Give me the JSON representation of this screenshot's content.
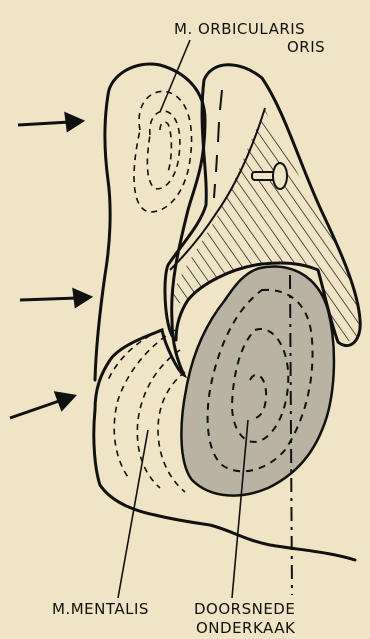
{
  "labels": {
    "orbicularis_line1": "M. ORBICULARIS",
    "orbicularis_line2": "ORIS",
    "mentalis": "M.MENTALIS",
    "doorsnede_line1": "DOORSNEDE",
    "doorsnede_line2": "ONDERKAAK"
  },
  "colors": {
    "paper": "#efe5c6",
    "ink": "#111111",
    "bone_fill": "#b9b3a4"
  }
}
